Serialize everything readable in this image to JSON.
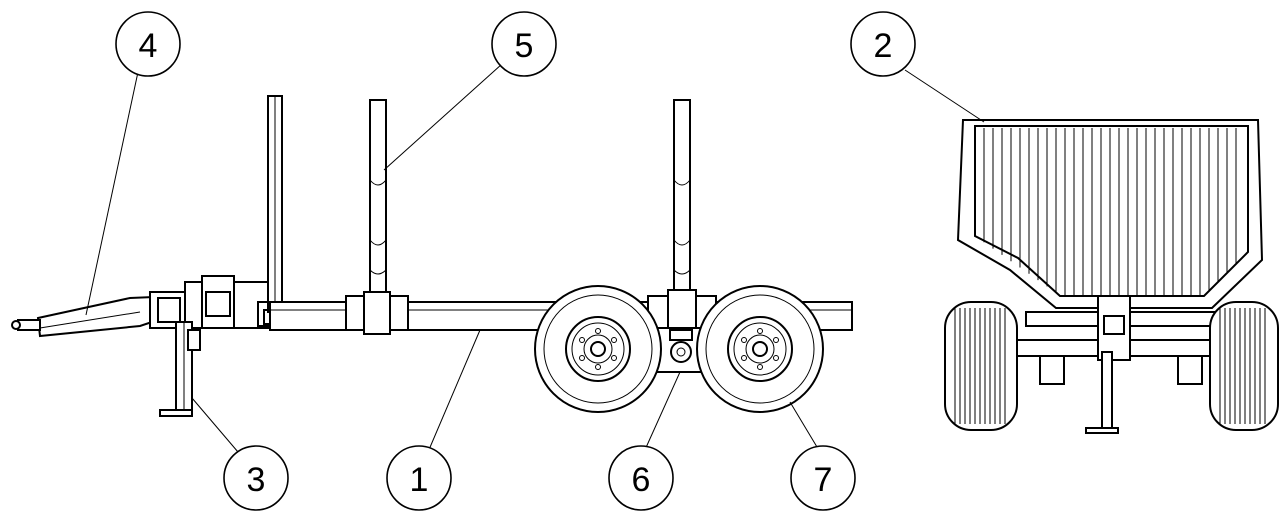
{
  "callouts": [
    {
      "id": "4",
      "label": "4"
    },
    {
      "id": "5",
      "label": "5"
    },
    {
      "id": "2",
      "label": "2"
    },
    {
      "id": "3",
      "label": "3"
    },
    {
      "id": "1",
      "label": "1"
    },
    {
      "id": "6",
      "label": "6"
    },
    {
      "id": "7",
      "label": "7"
    }
  ],
  "colors": {
    "ink": "#000000",
    "paper": "#ffffff"
  }
}
